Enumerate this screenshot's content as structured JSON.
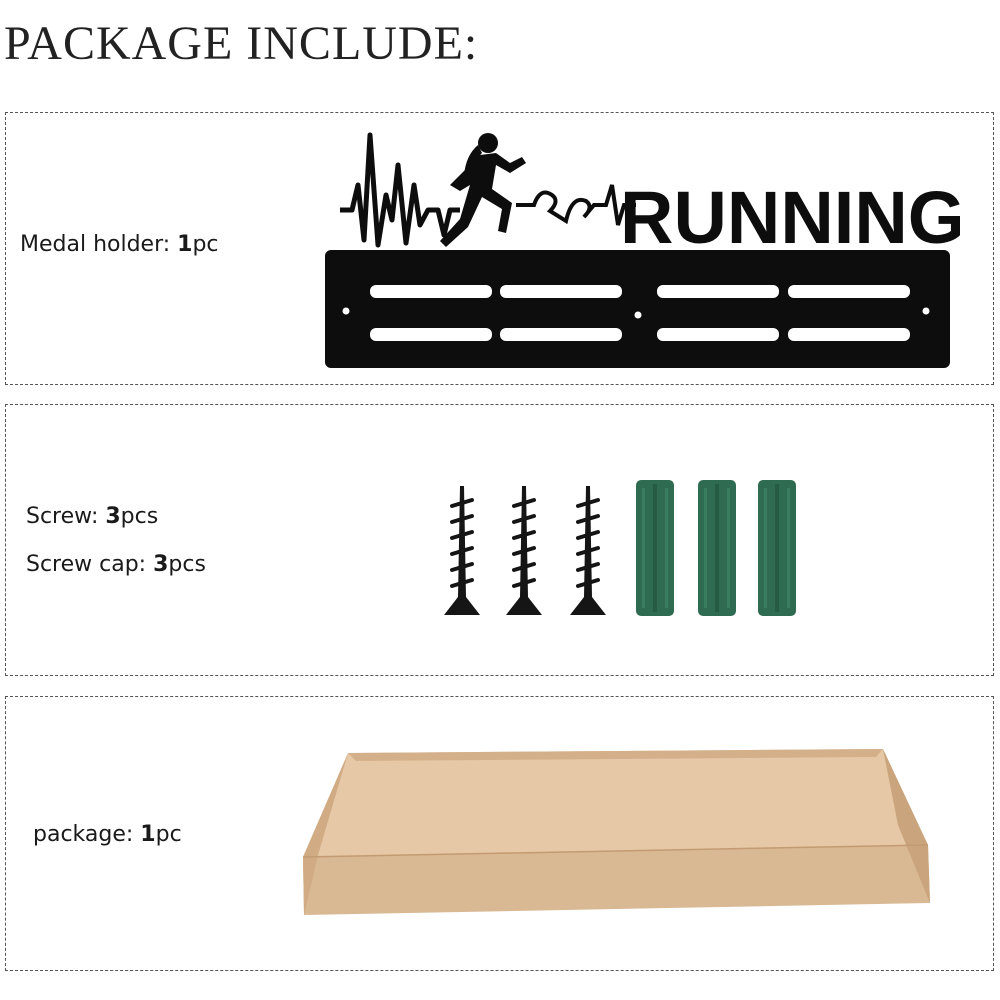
{
  "title": "PACKAGE INCLUDE:",
  "items": [
    {
      "name": "Medal holder: ",
      "qty": "1",
      "unit": "pc"
    },
    {
      "name": "Screw: ",
      "qty": "3",
      "unit": "pcs"
    },
    {
      "name": "Screw cap: ",
      "qty": "3",
      "unit": "pcs"
    },
    {
      "name": "package: ",
      "qty": "1",
      "unit": "pc"
    }
  ],
  "medal_holder_text": "RUNNING",
  "colors": {
    "holder": "#0d0d0d",
    "screw": "#151515",
    "cap": "#2f6b50",
    "box_front": "#d9b894",
    "box_top": "#e6c8a6",
    "box_side": "#c9a47c"
  }
}
